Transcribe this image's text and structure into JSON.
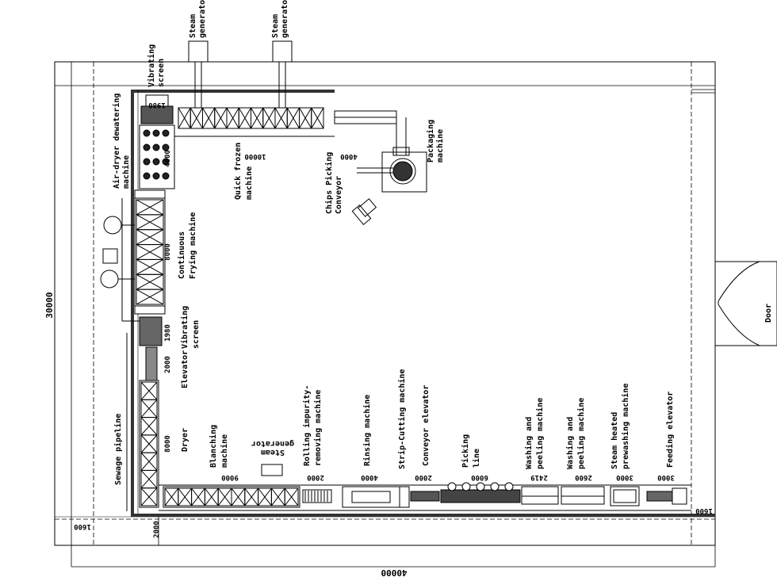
{
  "layout": {
    "total_width": "40000",
    "total_height": "30000",
    "door": "Door",
    "left_offset": "1600",
    "right_offset": "1600",
    "bottom_offset": "2000"
  },
  "steam_generators": [
    {
      "label": "Steam\ngenerator"
    },
    {
      "label": "Steam\ngenerator"
    }
  ],
  "machines": {
    "vibrating_screen_top": {
      "label": "Vibrating\nscreen",
      "dim": "1980"
    },
    "air_dryer": {
      "label": "Air-dryer dewatering\nmachine",
      "dim": "4000"
    },
    "quick_frozen": {
      "label": "Quick frozen\nmachine",
      "dim": "10000"
    },
    "chips_picking": {
      "label": "Chips Picking\nConveyor",
      "dim": "4000"
    },
    "packaging": {
      "label": "Packaging\nmachine"
    },
    "frying": {
      "label": "Continuous\nFrying machine",
      "dim": "8000"
    },
    "vibrating_screen_mid": {
      "label": "Vibrating\nscreen",
      "dim": "1980"
    },
    "elevator": {
      "label": "Elevator",
      "dim": "2000"
    },
    "dryer": {
      "label": "Dryer",
      "dim": "8000"
    },
    "sewage": {
      "label": "Sewage pipeline"
    },
    "blanching": {
      "label": "Blanching\nmachine",
      "dim": "9000"
    },
    "steam_gen_bottom": {
      "label": "Steam\ngenerator"
    },
    "rolling": {
      "label": "Rolling impurity-\nremoving machine",
      "dim": "2000"
    },
    "rinsing": {
      "label": "Rinsing machine",
      "dim": "4000"
    },
    "strip_cutting": {
      "label": "Strip-Cutting machine"
    },
    "conveyor_elevator": {
      "label": "Conveyor elevator",
      "dim": "2000"
    },
    "picking_line": {
      "label": "Picking\nline",
      "dim": "6000"
    },
    "wash_peel_1": {
      "label": "Washing and\npeeling machine",
      "dim": "2419"
    },
    "wash_peel_2": {
      "label": "Washing and\npeeling machine",
      "dim": "2600"
    },
    "steam_heated": {
      "label": "Steam heated\nprewashing machine",
      "dim": "3000"
    },
    "feeding_elevator": {
      "label": "Feeding elevator",
      "dim": "3000"
    }
  }
}
